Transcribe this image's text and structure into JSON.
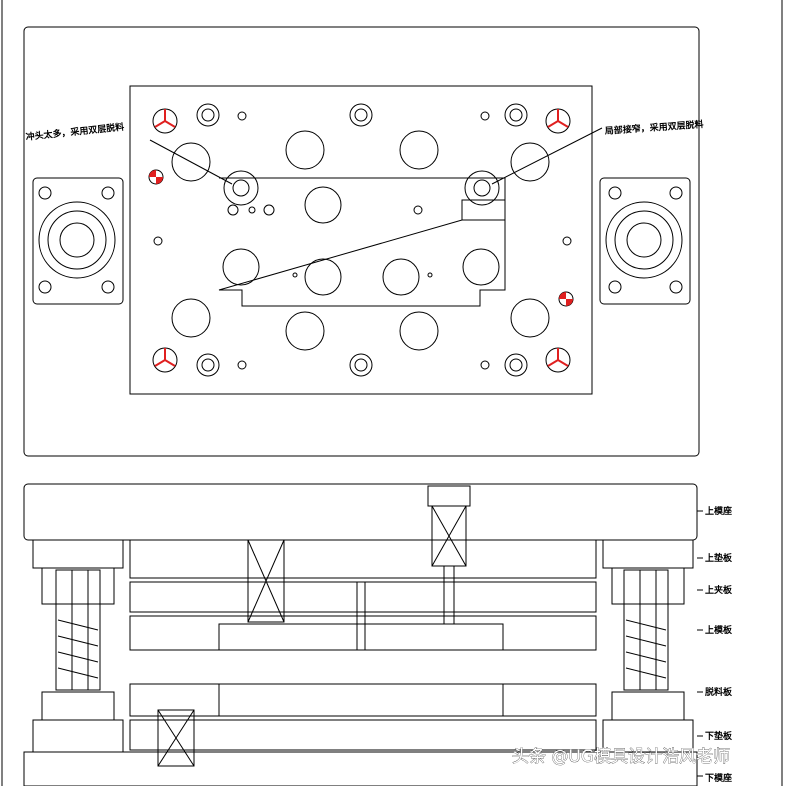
{
  "annotations": {
    "left_callout": "冲头太多，采用双层脱料",
    "right_callout": "局部接窄，采用双层脱料"
  },
  "plate_labels": [
    "上模座",
    "上垫板",
    "上夹板",
    "上模板",
    "脱料板",
    "下垫板",
    "下模座"
  ],
  "watermark": "头条 @UG模具设计浩风老师",
  "colors": {
    "line": "#000000",
    "highlight": "#e02020",
    "background": "#ffffff"
  }
}
